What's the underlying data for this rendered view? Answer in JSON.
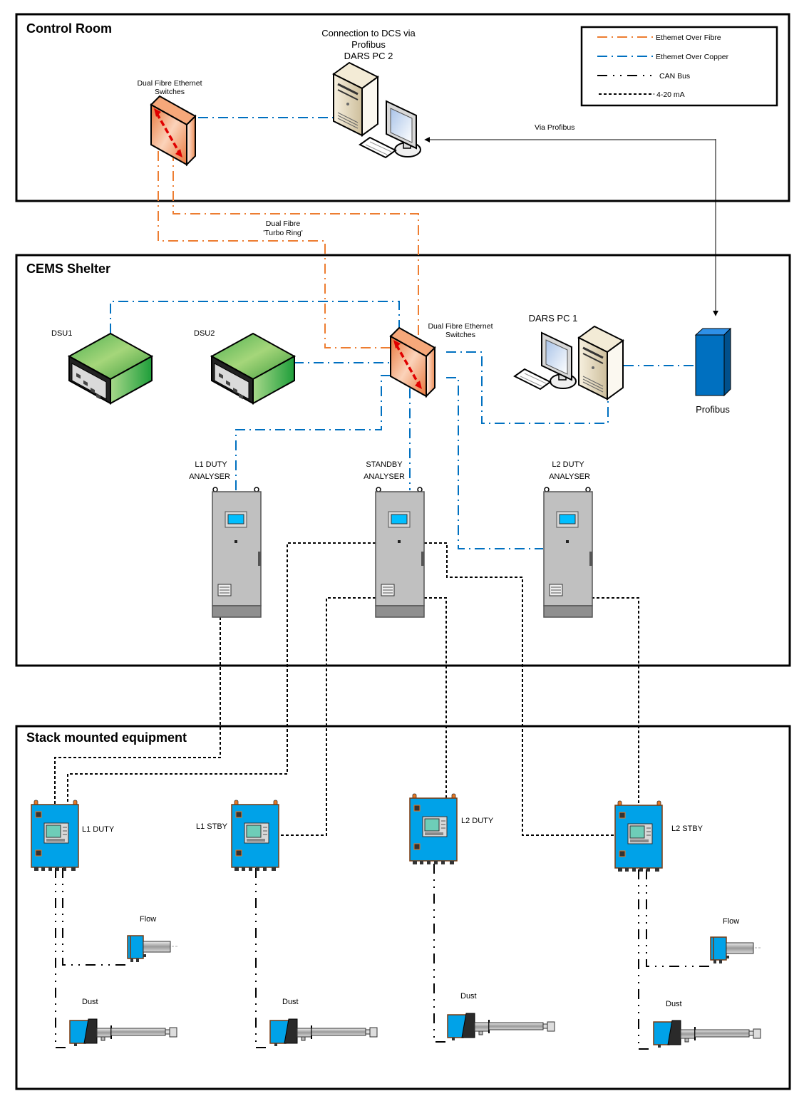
{
  "zones": {
    "control_room": "Control Room",
    "cems_shelter": "CEMS Shelter",
    "stack": "Stack mounted equipment"
  },
  "legend": {
    "items": [
      {
        "label": "Ethemet Over Fibre",
        "type": "fibre",
        "color": "#ED7D31"
      },
      {
        "label": "Ethemet Over Copper",
        "type": "copper",
        "color": "#0070C0"
      },
      {
        "label": "CAN Bus",
        "type": "can",
        "color": "#000000"
      },
      {
        "label": "4-20 mA",
        "type": "ma",
        "color": "#000000"
      }
    ]
  },
  "control_room": {
    "dcs_line1": "Connection to DCS via",
    "dcs_line2": "Profibus",
    "dcs_line3": "DARS PC 2",
    "switch_line1": "Dual Fibre Ethernet",
    "switch_line2": "Switches",
    "via_profibus": "Via Profibus"
  },
  "ring": {
    "line1": "Dual Fibre",
    "line2": "'Turbo Ring'"
  },
  "cems": {
    "dsu1": "DSU1",
    "dsu2": "DSU2",
    "switch_line1": "Dual Fibre Ethernet",
    "switch_line2": "Switches",
    "dars_pc1": "DARS PC 1",
    "profibus": "Profibus",
    "analysers": [
      {
        "line1": "L1 DUTY",
        "line2": "ANALYSER"
      },
      {
        "line1": "STANDBY",
        "line2": "ANALYSER"
      },
      {
        "line1": "L2 DUTY",
        "line2": "ANALYSER"
      }
    ]
  },
  "stack": {
    "controllers": [
      "L1 DUTY",
      "L1 STBY",
      "L2 DUTY",
      "L2 STBY"
    ],
    "flow_label": "Flow",
    "dust_label": "Dust"
  },
  "colors": {
    "fibre": "#ED7D31",
    "copper": "#0070C0",
    "switch": "#F08A4B",
    "dsu": "#3DAA3D",
    "analyser": "#C0C0C0",
    "controller": "#00A2E8",
    "profibus_block": "#0070C0"
  }
}
